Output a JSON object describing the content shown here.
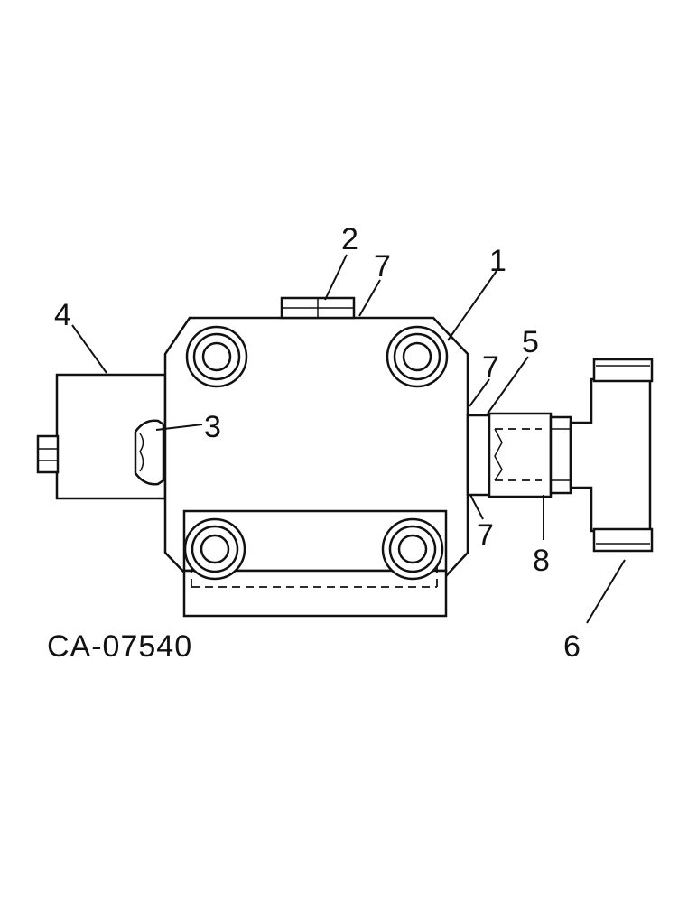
{
  "diagram": {
    "figure_id": "CA-07540",
    "callouts": {
      "c1": "1",
      "c2": "2",
      "c3": "3",
      "c4": "4",
      "c5": "5",
      "c6": "6",
      "c7a": "7",
      "c7b": "7",
      "c7c": "7",
      "c8": "8"
    }
  }
}
